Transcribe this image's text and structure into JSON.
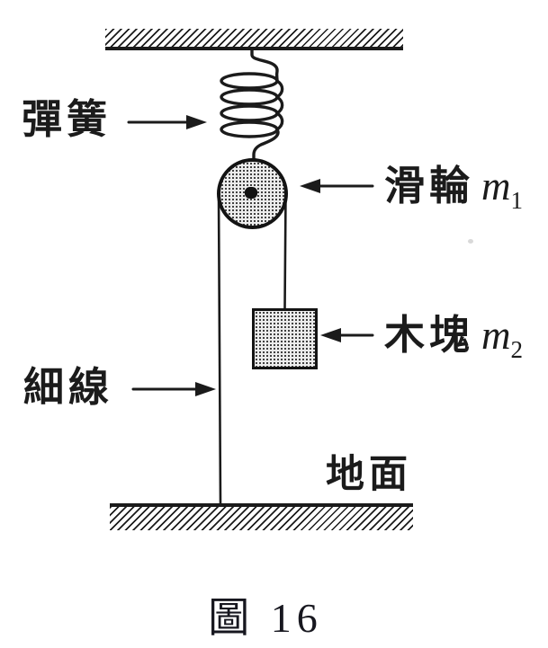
{
  "figure": {
    "caption": "圖 16",
    "labels": {
      "spring": {
        "text": "彈簧"
      },
      "pulley": {
        "text": "滑輪",
        "symbol": "m",
        "subscript": "1"
      },
      "block": {
        "text": "木塊",
        "symbol": "m",
        "subscript": "2"
      },
      "string": {
        "text": "細線"
      },
      "ground": {
        "text": "地面"
      }
    },
    "colors": {
      "ink": "#1b1b1b",
      "stipple_fill": "#ececec",
      "stipple_dot": "#3d3d3d",
      "paper": "#ffffff"
    }
  }
}
